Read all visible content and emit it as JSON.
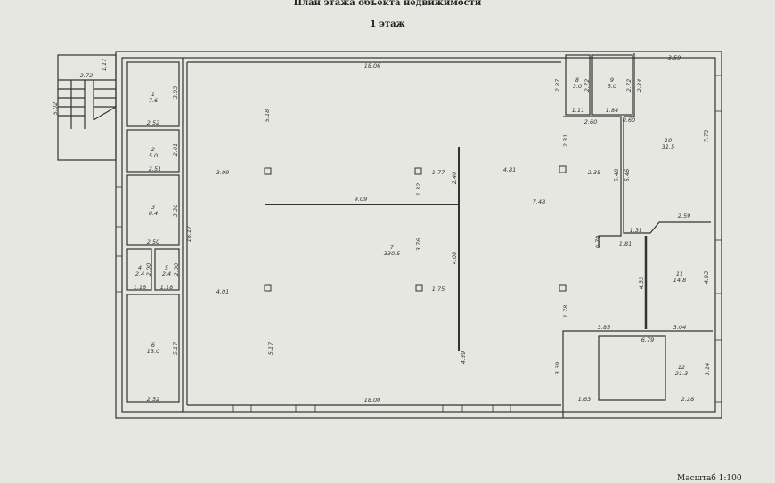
{
  "header": {
    "title": "План этажа объекта недвижимости",
    "floor": "1 этаж"
  },
  "footer": {
    "scale": "Масштаб 1:100"
  },
  "rooms": [
    {
      "number": "1",
      "area": "7.6"
    },
    {
      "number": "2",
      "area": "5.0"
    },
    {
      "number": "3",
      "area": "8.4"
    },
    {
      "number": "4",
      "area": "2.4"
    },
    {
      "number": "5",
      "area": "2.4"
    },
    {
      "number": "6",
      "area": "13.0"
    },
    {
      "number": "7",
      "area": "330.5"
    },
    {
      "number": "8",
      "area": "3.0"
    },
    {
      "number": "9",
      "area": "5.0"
    },
    {
      "number": "10",
      "area": "31.5"
    },
    {
      "number": "11",
      "area": "14.8"
    },
    {
      "number": "12",
      "area": "21.3"
    }
  ],
  "dimensions": {
    "stair_width": "2.72",
    "stair_top": "1.17",
    "stair_height": "5.02",
    "r1_h": "3.03",
    "r1_w": "2.52",
    "r2_h": "2.01",
    "r2_w": "2.51",
    "r3_h": "3.36",
    "r3_w": "2.50",
    "r4_h": "2.00",
    "r4_w": "1.18",
    "r5_h": "2.00",
    "r5_w": "1.18",
    "r6_h": "5.17",
    "r6_w": "2.52",
    "left_total": "16.17",
    "top_total": "18.06",
    "bottom_total": "18.00",
    "d_518": "5.18",
    "d_399": "3.99",
    "d_401": "4.01",
    "d_517": "5.17",
    "d_909": "9.09",
    "d_177": "1.77",
    "d_132": "1.32",
    "d_240": "2.40",
    "d_376": "3.76",
    "d_408": "4.08",
    "d_175": "1.75",
    "d_439": "4.39",
    "d_481": "4.81",
    "d_748": "7.48",
    "d_231": "2.31",
    "d_235": "2.35",
    "d_287": "2.87",
    "r8_h": "2.72",
    "r8_w": "1.11",
    "r9_h": "2.72",
    "r9_w": "1.84",
    "d_284": "2.84",
    "d_260": "2.60",
    "d_060": "0.60",
    "d_359": "3.59",
    "d_773": "7.73",
    "d_548a": "5.48",
    "d_548b": "5.46",
    "d_131": "1.31",
    "d_259": "2.59",
    "d_070": "0.70",
    "d_181": "1.81",
    "d_433": "4.33",
    "d_493": "4.93",
    "d_178": "1.78",
    "d_385": "3.85",
    "d_304": "3.04",
    "d_679": "6.79",
    "d_339": "3.39",
    "d_314": "3.14",
    "d_163": "1.63",
    "d_228": "2.28"
  }
}
